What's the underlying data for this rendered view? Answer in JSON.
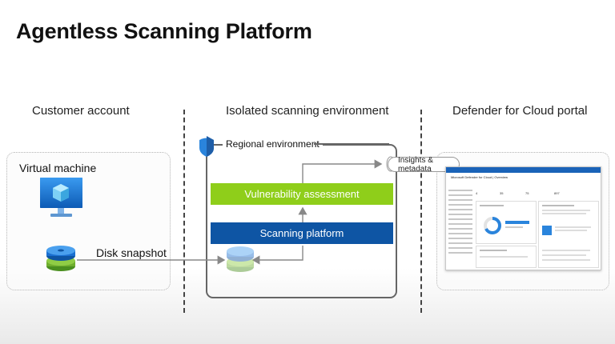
{
  "slide": {
    "title": "Agentless Scanning Platform",
    "columns": {
      "customer": "Customer account",
      "isolated": "Isolated scanning environment",
      "defender": "Defender for Cloud portal"
    }
  },
  "customer_account": {
    "vm_label": "Virtual machine",
    "snapshot_label": "Disk snapshot"
  },
  "scanning_environment": {
    "region_label": "Regional environment",
    "vuln_bar": "Vulnerability assessment",
    "platform_bar": "Scanning platform",
    "output_label": "Insights & metadata"
  },
  "portal": {
    "title": "Microsoft Defender for Cloud | Overview",
    "stats": [
      "4",
      "35",
      "75",
      "897"
    ]
  },
  "colors": {
    "vuln_bar": "#8fce1a",
    "platform_bar": "#0e55a4",
    "azure_blue": "#1a78d6",
    "disk_green": "#6fae2e"
  }
}
